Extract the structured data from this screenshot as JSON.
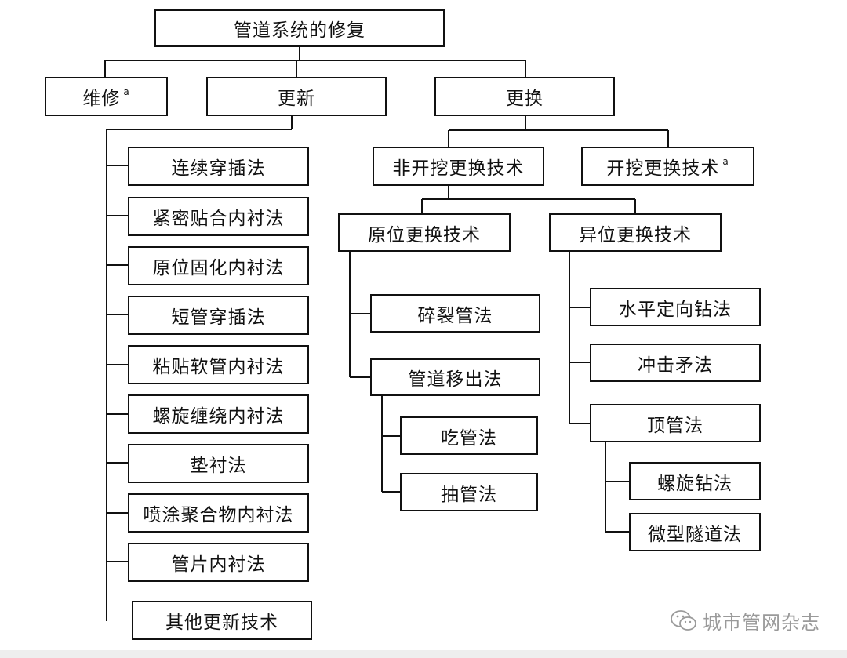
{
  "diagram": {
    "root": "管道系统的修复",
    "level1": [
      {
        "label": "维修",
        "note": "a"
      },
      {
        "label": "更新"
      },
      {
        "label": "更换"
      }
    ],
    "renewal_methods": [
      "连续穿插法",
      "紧密贴合内衬法",
      "原位固化内衬法",
      "短管穿插法",
      "粘贴软管内衬法",
      "螺旋缠绕内衬法",
      "垫衬法",
      "喷涂聚合物内衬法",
      "管片内衬法",
      "其他更新技术"
    ],
    "replacement": {
      "trenchless": "非开挖更换技术",
      "open_cut": {
        "label": "开挖更换技术",
        "note": "a"
      },
      "in_situ": {
        "label": "原位更换技术",
        "methods": [
          "碎裂管法",
          "管道移出法"
        ],
        "pipe_removal_methods": [
          "吃管法",
          "抽管法"
        ]
      },
      "off_site": {
        "label": "异位更换技术",
        "methods": [
          "水平定向钻法",
          "冲击矛法",
          "顶管法"
        ],
        "pipe_jacking_methods": [
          "螺旋钻法",
          "微型隧道法"
        ]
      }
    }
  },
  "watermark": {
    "text": "城市管网杂志",
    "icon": "wechat-icon"
  },
  "colors": {
    "line": "#111111",
    "watermark": "#9a9a9a"
  }
}
